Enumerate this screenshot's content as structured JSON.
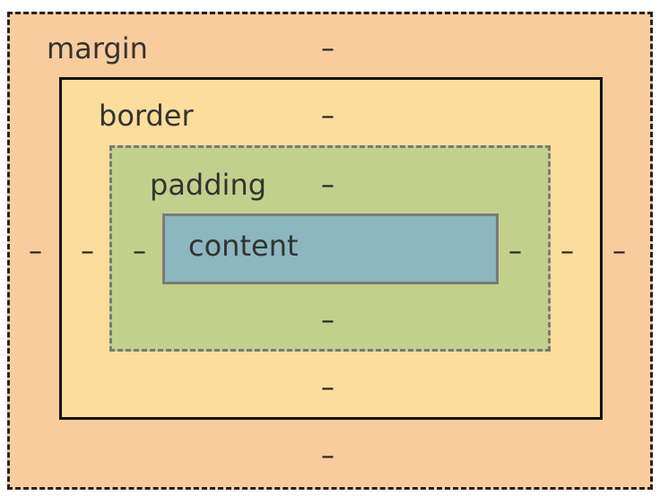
{
  "layers": {
    "margin": {
      "label": "margin",
      "top": "–",
      "right": "–",
      "bottom": "–",
      "left": "–",
      "fill": "#f9cc9d"
    },
    "border": {
      "label": "border",
      "top": "–",
      "right": "–",
      "bottom": "–",
      "left": "–",
      "fill": "#fddd9b"
    },
    "padding": {
      "label": "padding",
      "top": "–",
      "right": "–",
      "bottom": "–",
      "left": "–",
      "fill": "#c3d08b"
    },
    "content": {
      "label": "content",
      "fill": "#8cb6c0"
    }
  },
  "colors": {
    "text": "#333333",
    "outline_dark": "#222222",
    "outline_gray": "#7a7a7a"
  }
}
